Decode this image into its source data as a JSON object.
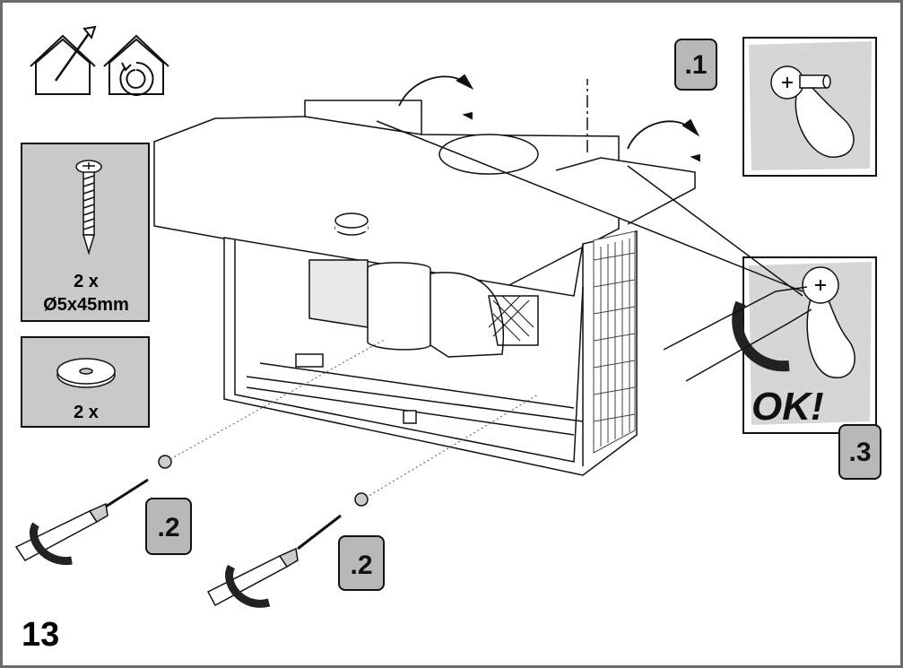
{
  "step_number": "13",
  "screw_panel": {
    "quantity": "2 x",
    "size": "Ø5x45mm"
  },
  "washer_panel": {
    "quantity": "2 x"
  },
  "step_badges": {
    "one": ".1",
    "two_a": ".2",
    "two_b": ".2",
    "three": ".3"
  },
  "ok_label": "OK!",
  "icons": [
    "ducted-mode-icon",
    "recirculation-mode-icon",
    "screw-icon",
    "washer-icon",
    "keyhole-icon",
    "screwdriver-icon"
  ],
  "colors": {
    "frame": "#6b6b6b",
    "panel": "#c9c9c9",
    "badge": "#b8b8b8",
    "line": "#111111"
  }
}
